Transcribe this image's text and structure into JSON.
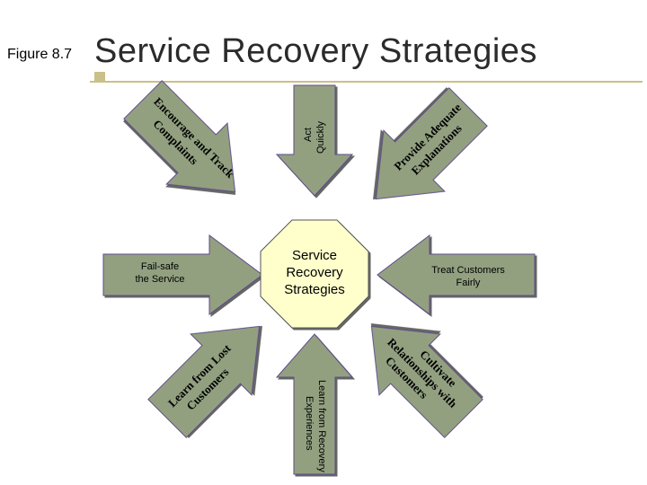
{
  "header": {
    "figure_label": "Figure 8.7",
    "title": "Service Recovery Strategies"
  },
  "center": {
    "lines": [
      "Service",
      "Recovery",
      "Strategies"
    ]
  },
  "arrows": {
    "top": [
      "Act",
      "Quickly"
    ],
    "top_left": [
      "Encourage and Track",
      "Complaints"
    ],
    "top_right": [
      "Provide Adequate",
      "Explanations"
    ],
    "left": [
      "Fail-safe",
      "the Service"
    ],
    "right": [
      "Treat Customers",
      "Fairly"
    ],
    "bottom_left": [
      "Learn from Lost",
      "Customers"
    ],
    "bottom": [
      "Learn from Recovery",
      "Experiences"
    ],
    "bottom_right": [
      "Cultivate",
      "Relationships with",
      "Customers"
    ]
  },
  "colors": {
    "arrow_fill": "#92a080",
    "octagon_fill": "#ffffcc",
    "accent": "#c9c08a"
  }
}
